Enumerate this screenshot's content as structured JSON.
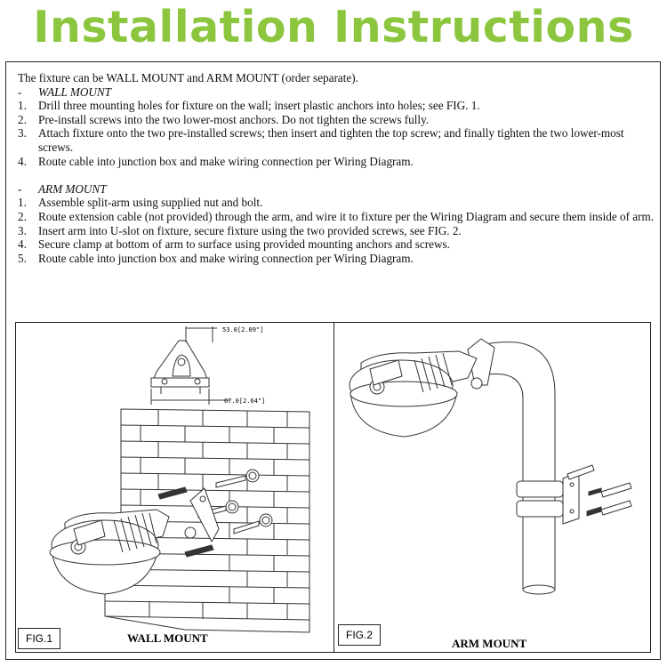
{
  "title": "Installation Instructions",
  "intro": "The fixture can be WALL MOUNT and ARM MOUNT (order separate).",
  "wall_mount": {
    "dash": "-",
    "heading": "WALL MOUNT",
    "steps": [
      {
        "n": "1.",
        "text": "Drill three mounting holes for fixture on the wall; insert plastic anchors into holes; see FIG. 1."
      },
      {
        "n": "2.",
        "text": "Pre-install screws into the two lower-most anchors. Do not tighten the screws fully."
      },
      {
        "n": "3.",
        "text": "Attach fixture onto the two pre-installed screws; then insert and tighten the top screw; and finally tighten the two lower-most screws."
      },
      {
        "n": "4.",
        "text": "Route cable into junction box and make wiring connection per Wiring Diagram."
      }
    ]
  },
  "arm_mount": {
    "dash": "-",
    "heading": "ARM MOUNT",
    "steps": [
      {
        "n": "1.",
        "text": "Assemble split-arm using supplied nut and bolt."
      },
      {
        "n": "2.",
        "text": "Route extension cable (not provided) through the arm, and wire it to fixture per the Wiring Diagram and secure them inside of arm."
      },
      {
        "n": "3.",
        "text": "Insert arm into U-slot on fixture, secure fixture using the two provided screws, see FIG. 2."
      },
      {
        "n": "4.",
        "text": "Secure clamp at bottom of arm to surface using provided mounting anchors and screws."
      },
      {
        "n": "5.",
        "text": "Route cable into junction box and make wiring connection per Wiring Diagram."
      }
    ]
  },
  "fig1": {
    "tag": "FIG.1",
    "caption": "WALL MOUNT",
    "dim_top": "53.0[2.09\"]",
    "dim_bottom": "67.0[2.64\"]"
  },
  "fig2": {
    "tag": "FIG.2",
    "caption": "ARM MOUNT"
  },
  "colors": {
    "title_green": "#8cc63f",
    "line": "#222222"
  }
}
